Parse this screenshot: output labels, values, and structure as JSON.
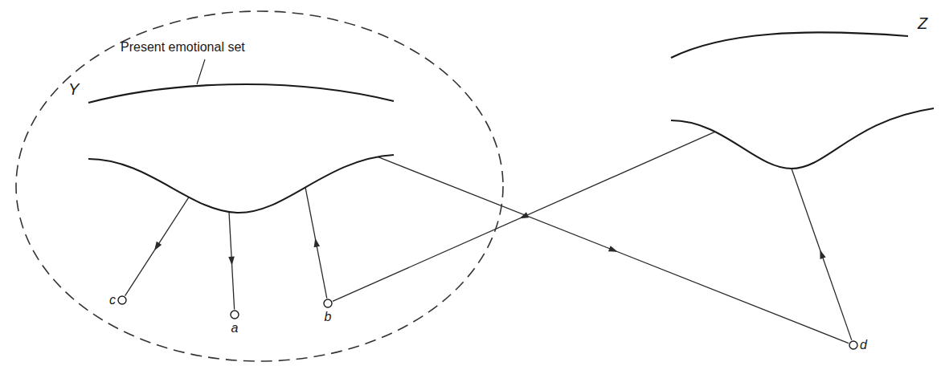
{
  "diagram": {
    "nodes": [
      {
        "text": [
          "Y"
        ]
      },
      {
        "text": [
          "Present emotional set"
        ],
        "in": 0
      },
      {
        "text": [
          "c"
        ],
        "in": 0
      },
      {
        "text": [
          "a"
        ],
        "in": 0
      },
      {
        "text": [
          "b"
        ],
        "in": 0
      },
      {
        "text": [
          "Z"
        ]
      },
      {
        "text": [
          "d"
        ]
      }
    ],
    "edges": [
      {
        "from": 1,
        "to": 2,
        "arrow": "to"
      },
      {
        "from": 1,
        "to": 3,
        "arrow": "to"
      },
      {
        "from": 4,
        "to": 1,
        "arrow": "to"
      },
      {
        "from": 5,
        "to": 4,
        "arrow": "to"
      },
      {
        "from": 1,
        "to": 6,
        "arrow": "to"
      },
      {
        "from": 6,
        "to": 5,
        "arrow": "to"
      }
    ]
  }
}
